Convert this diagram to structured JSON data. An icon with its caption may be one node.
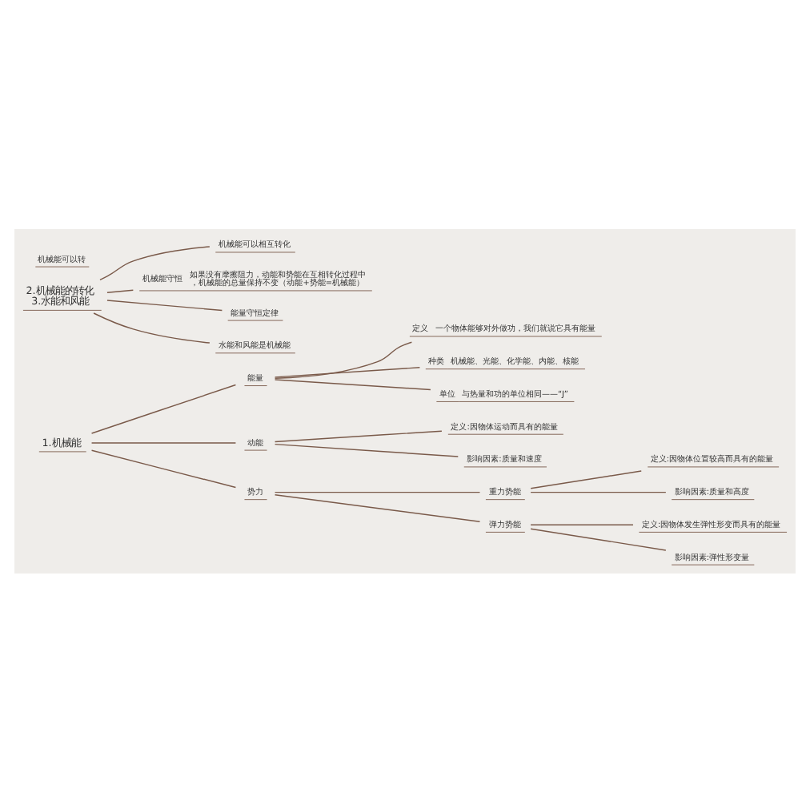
{
  "diagram": {
    "nodes": [
      {
        "text": [
          "1.机械能"
        ]
      },
      {
        "text": [
          "能量"
        ]
      },
      {
        "text": [
          "定义",
          "一个物体能够对外做功，我们就说它具有能量"
        ]
      },
      {
        "text": [
          "种类",
          "机械能、光能、化学能、内能、核能"
        ]
      },
      {
        "text": [
          "单位",
          "与热量和功的单位相同——“J”"
        ]
      },
      {
        "text": [
          "动能"
        ]
      },
      {
        "text": [
          "定义:因物体运动而具有的能量"
        ]
      },
      {
        "text": [
          "影响因素:质量和速度"
        ]
      },
      {
        "text": [
          "势力"
        ]
      },
      {
        "text": [
          "重力势能"
        ]
      },
      {
        "text": [
          "定义:因物体位置较高而具有的能量"
        ]
      },
      {
        "text": [
          "影响因素:质量和高度"
        ]
      },
      {
        "text": [
          "弹力势能"
        ]
      },
      {
        "text": [
          "定义:因物体发生弹性形变而具有的能量"
        ]
      },
      {
        "text": [
          "影响因素:弹性形变量"
        ]
      },
      {
        "text": [
          "2.机械能的转化",
          "3.水能和风能"
        ]
      },
      {
        "text": [
          "机械能可以相互转化"
        ]
      },
      {
        "text": [
          "机械能守恒",
          "如果没有摩擦阻力，动能和势能在互相转化过程中，机械能的总量保持不变（动能+势能=机械能）"
        ]
      },
      {
        "text": [
          "能量守恒定律"
        ]
      },
      {
        "text": [
          "水能和风能是机械能"
        ]
      }
    ],
    "edges": [
      {
        "from": 0,
        "to": 1,
        "arrow": "none"
      },
      {
        "from": 1,
        "to": 2,
        "arrow": "none"
      },
      {
        "from": 1,
        "to": 3,
        "arrow": "none"
      },
      {
        "from": 1,
        "to": 4,
        "arrow": "none"
      },
      {
        "from": 0,
        "to": 5,
        "arrow": "none"
      },
      {
        "from": 5,
        "to": 6,
        "arrow": "none"
      },
      {
        "from": 5,
        "to": 7,
        "arrow": "none"
      },
      {
        "from": 0,
        "to": 8,
        "arrow": "none"
      },
      {
        "from": 8,
        "to": 9,
        "arrow": "none"
      },
      {
        "from": 9,
        "to": 10,
        "arrow": "none"
      },
      {
        "from": 9,
        "to": 11,
        "arrow": "none"
      },
      {
        "from": 8,
        "to": 12,
        "arrow": "none"
      },
      {
        "from": 12,
        "to": 13,
        "arrow": "none"
      },
      {
        "from": 12,
        "to": 14,
        "arrow": "none"
      },
      {
        "from": 15,
        "to": 16,
        "arrow": "none"
      },
      {
        "from": 15,
        "to": 17,
        "arrow": "none"
      },
      {
        "from": 15,
        "to": 18,
        "arrow": "none"
      },
      {
        "from": 15,
        "to": 19,
        "arrow": "none"
      }
    ],
    "labels": [
      "机械能可以转"
    ]
  }
}
